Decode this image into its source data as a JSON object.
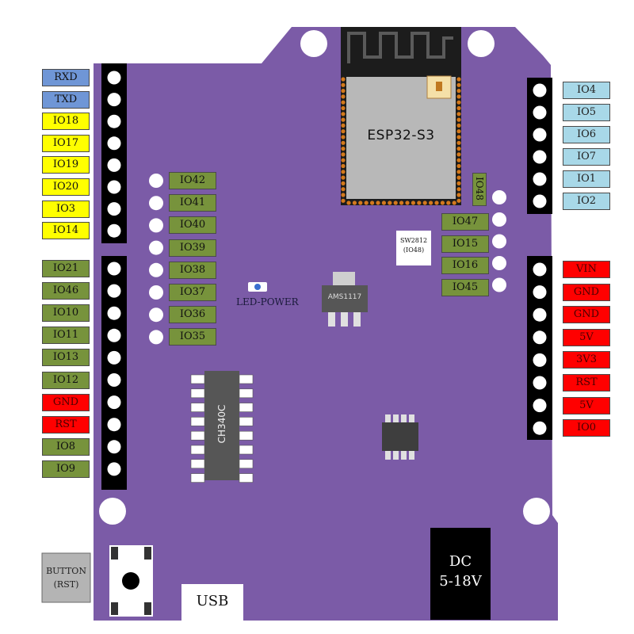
{
  "left_header_top": [
    {
      "label": "RXD",
      "color": "blue"
    },
    {
      "label": "TXD",
      "color": "blue"
    },
    {
      "label": "IO18",
      "color": "yellow"
    },
    {
      "label": "IO17",
      "color": "yellow"
    },
    {
      "label": "IO19",
      "color": "yellow"
    },
    {
      "label": "IO20",
      "color": "yellow"
    },
    {
      "label": "IO3",
      "color": "yellow"
    },
    {
      "label": "IO14",
      "color": "yellow"
    }
  ],
  "left_header_bottom": [
    {
      "label": "IO21",
      "color": "green"
    },
    {
      "label": "IO46",
      "color": "green"
    },
    {
      "label": "IO10",
      "color": "green"
    },
    {
      "label": "IO11",
      "color": "green"
    },
    {
      "label": "IO13",
      "color": "green"
    },
    {
      "label": "IO12",
      "color": "green"
    },
    {
      "label": "GND",
      "color": "red"
    },
    {
      "label": "RST",
      "color": "red"
    },
    {
      "label": "IO8",
      "color": "green"
    },
    {
      "label": "IO9",
      "color": "green"
    }
  ],
  "right_header_top": [
    {
      "label": "IO4",
      "color": "light"
    },
    {
      "label": "IO5",
      "color": "light"
    },
    {
      "label": "IO6",
      "color": "light"
    },
    {
      "label": "IO7",
      "color": "light"
    },
    {
      "label": "IO1",
      "color": "light"
    },
    {
      "label": "IO2",
      "color": "light"
    }
  ],
  "right_header_bottom": [
    {
      "label": "VIN",
      "color": "red"
    },
    {
      "label": "GND",
      "color": "red"
    },
    {
      "label": "GND",
      "color": "red"
    },
    {
      "label": "5V",
      "color": "red"
    },
    {
      "label": "3V3",
      "color": "red"
    },
    {
      "label": "RST",
      "color": "red"
    },
    {
      "label": "5V",
      "color": "red"
    },
    {
      "label": "IO0",
      "color": "red"
    }
  ],
  "middle_left_pins": [
    "IO42",
    "IO41",
    "IO40",
    "IO39",
    "IO38",
    "IO37",
    "IO36",
    "IO35"
  ],
  "middle_right_pins": [
    "IO47",
    "IO15",
    "IO16",
    "IO45"
  ],
  "io48_label": "IO48",
  "module_label": "ESP32-S3",
  "led_label": "LED-POWER",
  "regulator_label": "AMS1117",
  "usb_chip_label": "CH340C",
  "sw_label": {
    "line1": "SW2812",
    "line2": "(IO48)"
  },
  "dc_label": {
    "line1": "DC",
    "line2": "5-18V"
  },
  "usb_label": "USB",
  "button_label": {
    "line1": "BUTTON",
    "line2": "(RST)"
  },
  "colors": {
    "board": "#7b5ba7",
    "blue": "#6f96d6",
    "yellow": "#ffff00",
    "green": "#77933c",
    "red": "#ff0000",
    "light": "#a8d8e8",
    "module_pads": "#d4791c"
  }
}
